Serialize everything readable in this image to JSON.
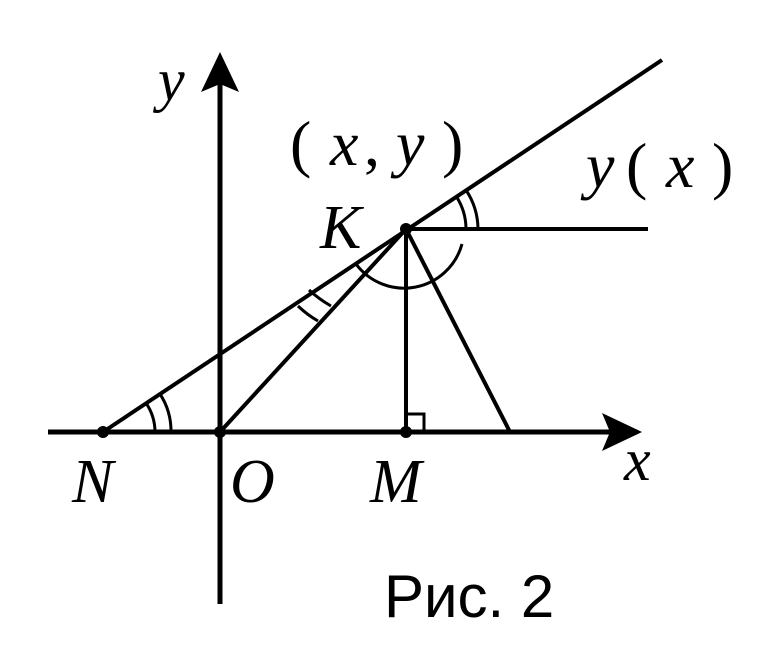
{
  "labels": {
    "axis_y": "y",
    "axis_x": "x",
    "point_coords_open": "(",
    "point_coords_x": "x",
    "point_coords_sep": ",",
    "point_coords_y": "y",
    "point_coords_close": ")",
    "curve_fn": "y",
    "curve_open": "(",
    "curve_arg": "x",
    "curve_close": ")",
    "point_K": "K",
    "point_N": "N",
    "point_O": "O",
    "point_M": "M"
  },
  "caption": "Рис. 2",
  "colors": {
    "ink": "#000000",
    "background": "#ffffff"
  }
}
